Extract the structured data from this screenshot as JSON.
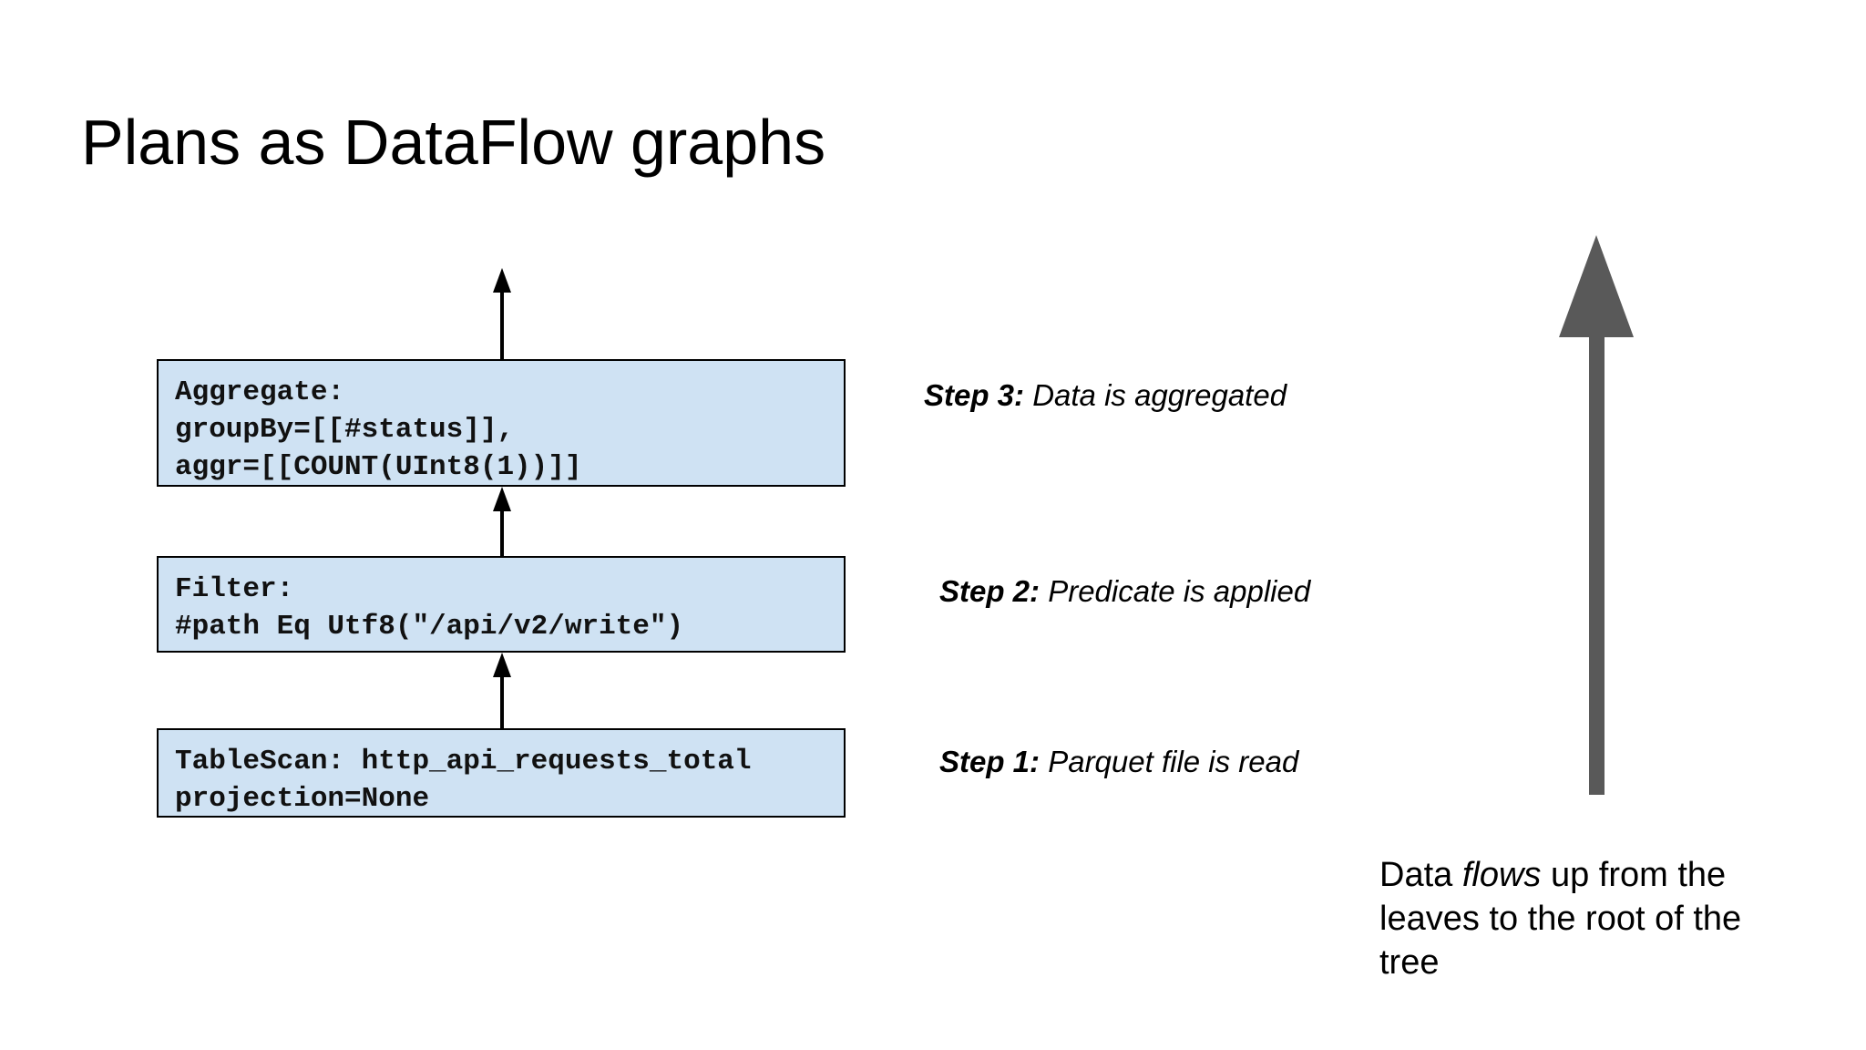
{
  "title": "Plans as DataFlow graphs",
  "nodes": {
    "aggregate": {
      "lines": [
        "Aggregate:",
        "groupBy=[[#status]],",
        "aggr=[[COUNT(UInt8(1))]]"
      ]
    },
    "filter": {
      "lines": [
        "Filter:",
        "#path Eq Utf8(\"/api/v2/write\")"
      ]
    },
    "scan": {
      "lines": [
        "TableScan: http_api_requests_total",
        "projection=None"
      ]
    }
  },
  "steps": [
    {
      "label": "Step 3:",
      "text": "Data is aggregated"
    },
    {
      "label": "Step 2:",
      "text": "Predicate is applied"
    },
    {
      "label": "Step 1:",
      "text": "Parquet file is read"
    }
  ],
  "caption": {
    "before": "Data ",
    "emphasis": "flows",
    "after": " up from the leaves to the root of the tree"
  },
  "colors": {
    "node_fill": "#cfe2f3",
    "node_border": "#000000",
    "flow_arrow": "#595959"
  },
  "icons": {
    "edge_arrow": "arrow-up-icon",
    "flow_arrow": "thick-arrow-up-icon"
  }
}
